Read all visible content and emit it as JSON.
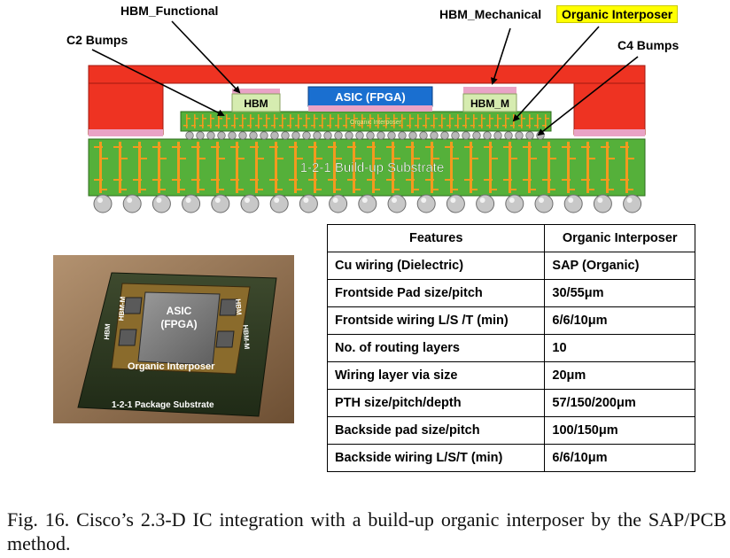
{
  "diagram": {
    "callouts": {
      "hbm_functional": "HBM_Functional",
      "hbm_mechanical": "HBM_Mechanical",
      "organic_interposer": "Organic Interposer",
      "c2_bumps": "C2 Bumps",
      "c4_bumps": "C4 Bumps"
    },
    "components": {
      "hbm": "HBM",
      "asic": "ASIC (FPGA)",
      "hbm_m": "HBM_M",
      "interposer_small": "Organic Interposer",
      "substrate": "1-2-1 Build-up Substrate"
    },
    "colors": {
      "lid": "#ee3322",
      "substrate": "#55b03a",
      "wiring": "#f39a1e",
      "asic": "#1a6fd0",
      "hbm": "#d6ecb0",
      "pink": "#e9a3c6",
      "bump": "#b8b8b8"
    }
  },
  "photo": {
    "asic_label": "ASIC\n(FPGA)",
    "hbm_left": "HBM",
    "hbm_m_left": "HBM-M",
    "hbm_right": "HBM",
    "hbm_m_right": "HBM-M",
    "interposer_label": "Organic Interposer",
    "substrate_label": "1-2-1 Package Substrate"
  },
  "table": {
    "headers": [
      "Features",
      "Organic Interposer"
    ],
    "rows": [
      [
        "Cu wiring (Dielectric)",
        "SAP (Organic)"
      ],
      [
        "Frontside Pad size/pitch",
        "30/55μm"
      ],
      [
        "Frontside wiring L/S /T (min)",
        "6/6/10μm"
      ],
      [
        "No. of routing layers",
        "10"
      ],
      [
        "Wiring layer via size",
        "20μm"
      ],
      [
        "PTH size/pitch/depth",
        "57/150/200μm"
      ],
      [
        "Backside pad size/pitch",
        "100/150μm"
      ],
      [
        "Backside wiring L/S/T (min)",
        "6/6/10μm"
      ]
    ]
  },
  "caption": "Fig. 16.   Cisco’s 2.3-D IC integration with a build-up organic interposer by the SAP/PCB method."
}
